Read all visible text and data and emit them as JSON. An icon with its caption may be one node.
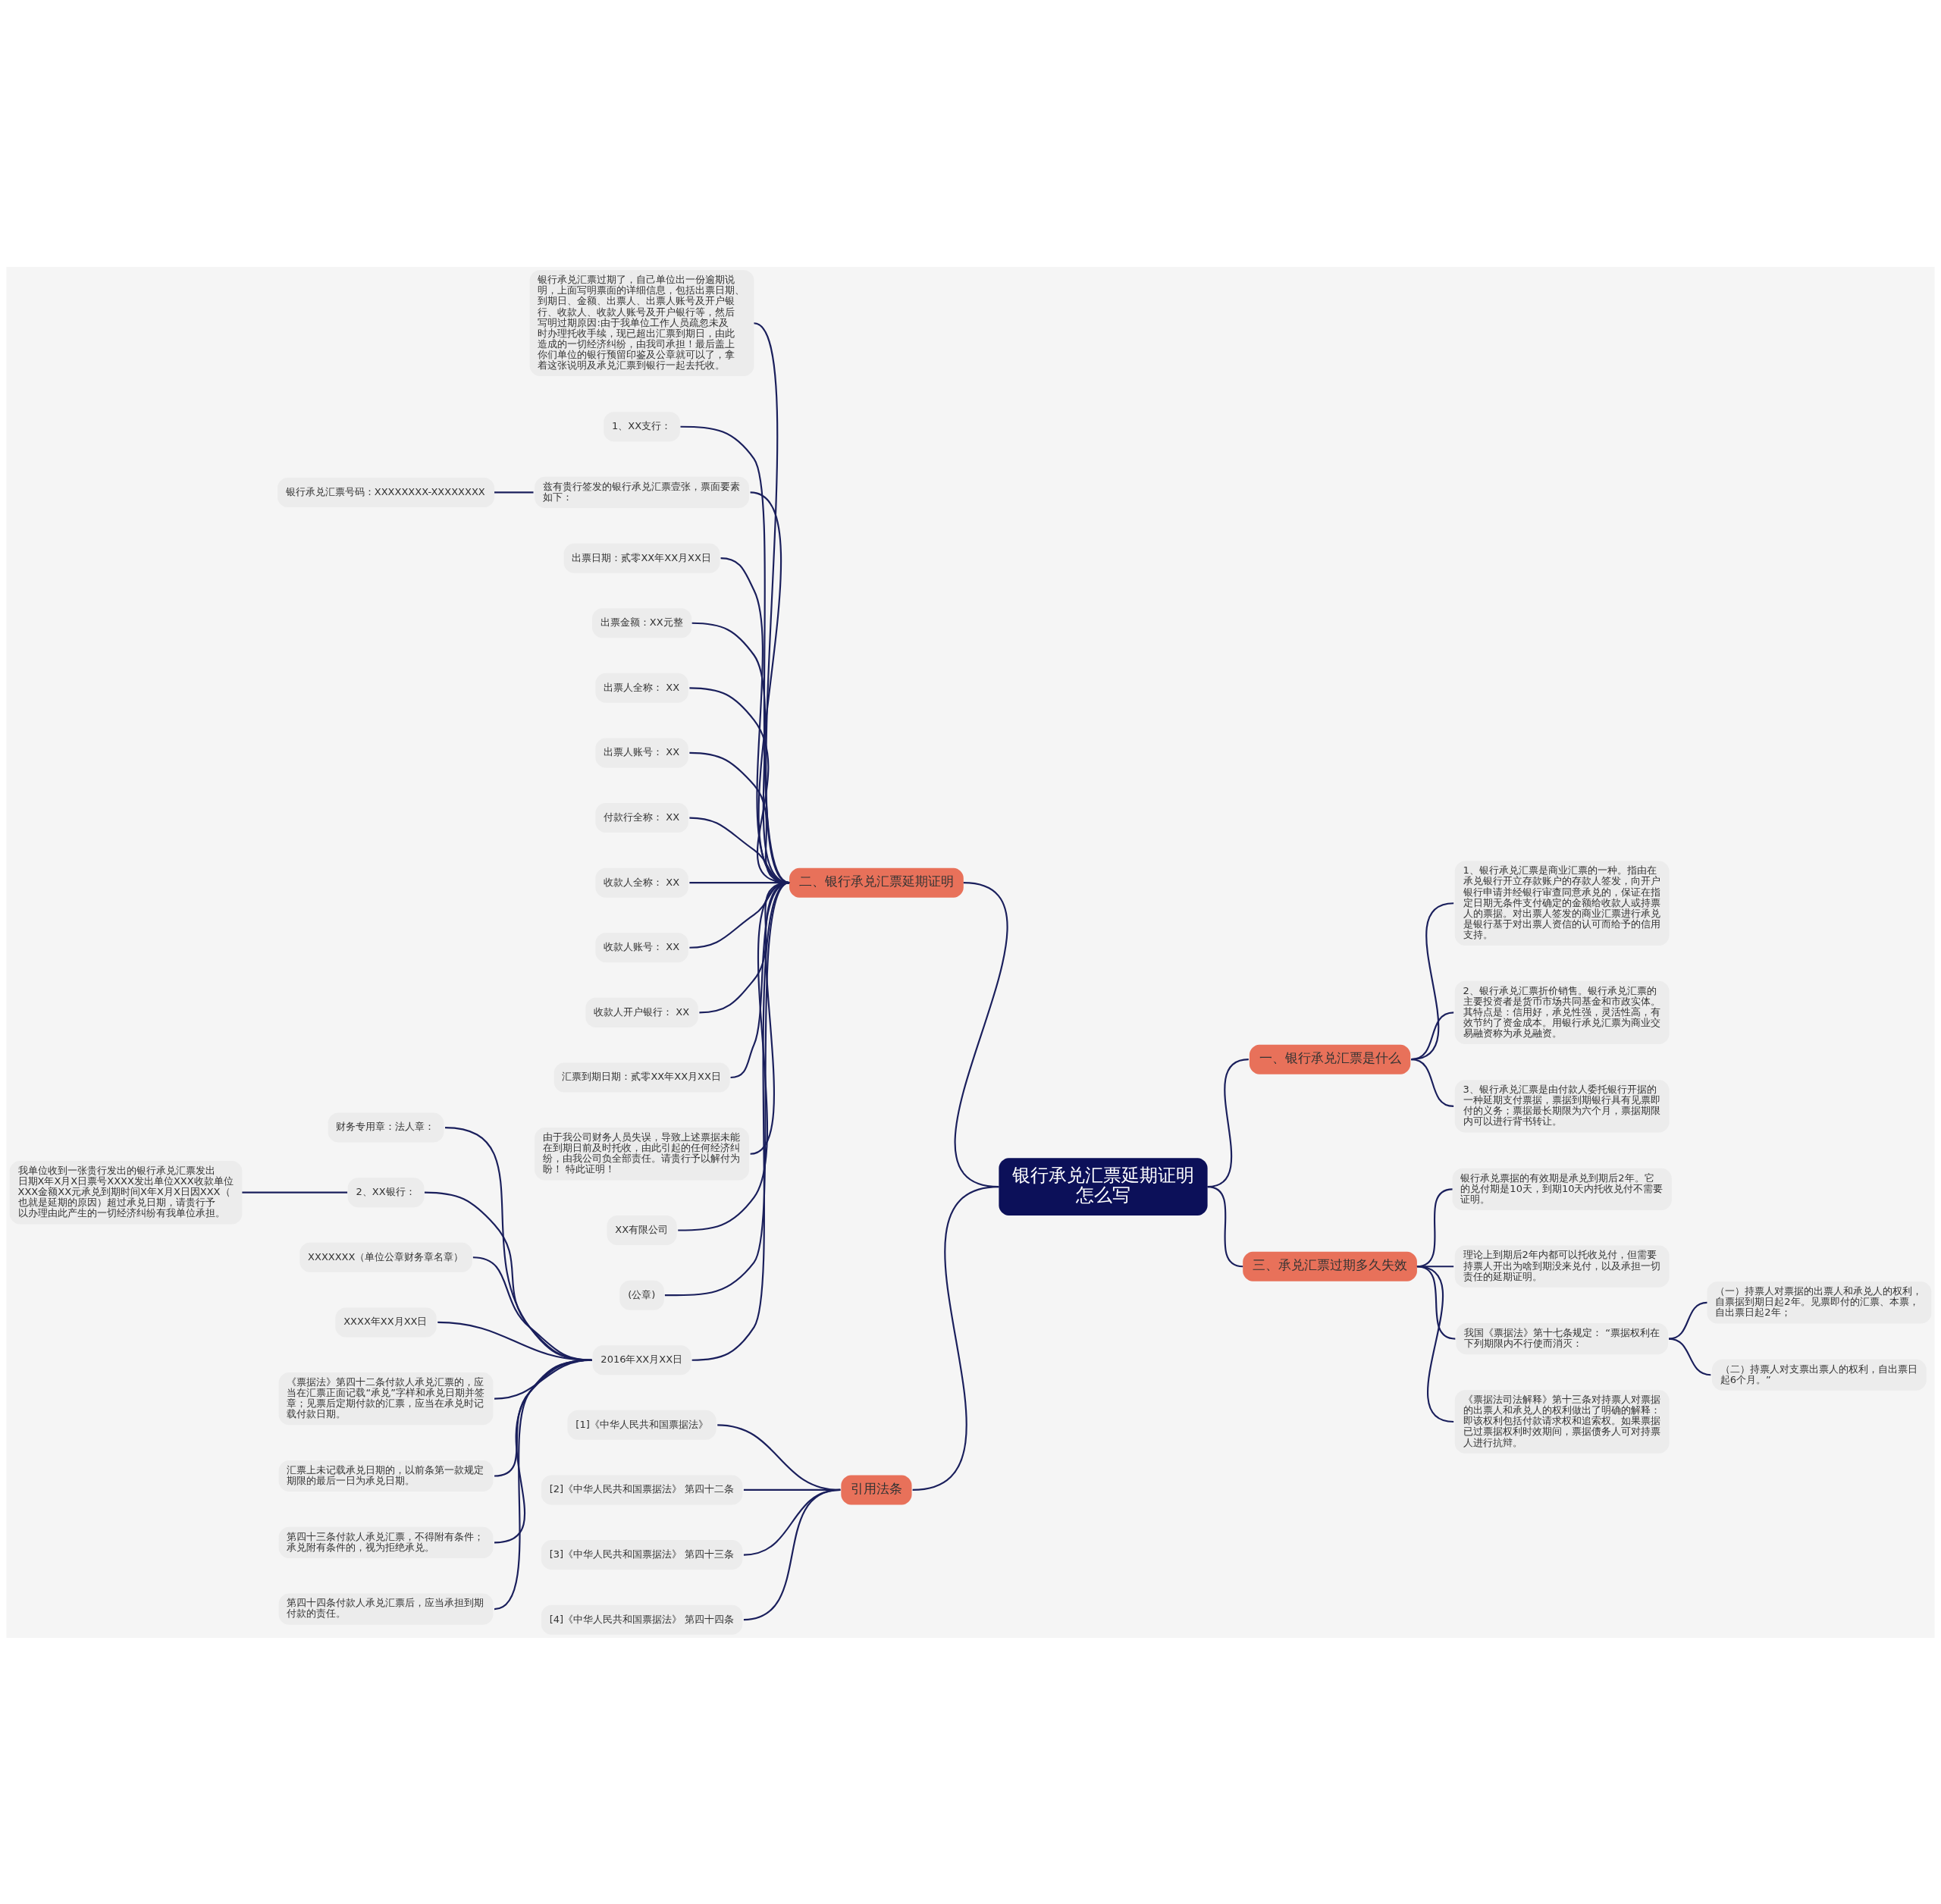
{
  "diagram": {
    "nodes": [
      {
        "text": [
          "银行承兑汇票延期证明怎么写"
        ]
      },
      {
        "text": [
          "一、银行承兑汇票是什么"
        ]
      },
      {
        "text": [
          "1、银行承兑汇票是商业汇票的一种。指由在承兑银行开立存款账户的存款人签发，向开户银行申请并经银行审查同意承兑的，保证在指定日期无条件支付确定的金额给收款人或持票人的票据。对出票人签发的商业汇票进行承兑是银行基于对出票人资信的认可而给予的信用支持。"
        ]
      },
      {
        "text": [
          "2、银行承兑汇票折价销售。银行承兑汇票的主要投资者是货币市场共同基金和市政实体。其特点是：信用好，承兑性强，灵活性高，有效节约了资金成本。用银行承兑汇票为商业交易融资称为承兑融资。"
        ]
      },
      {
        "text": [
          "3、银行承兑汇票是由付款人委托银行开据的一种延期支付票据，票据到期银行具有见票即付的义务；票据最长期限为六个月，票据期限内可以进行背书转让。"
        ]
      },
      {
        "text": [
          "二、银行承兑汇票延期证明"
        ]
      },
      {
        "text": [
          "银行承兑汇票过期了，自己单位出一份逾期说明，上面写明票面的详细信息，包括出票日期、到期日、金额、出票人、出票人账号及开户银行、收款人、收款人账号及开户银行等，然后写明过期原因:由于我单位工作人员疏忽未及时办理托收手续，现已超出汇票到期日，由此造成的一切经济纠纷，由我司承担！最后盖上你们单位的银行预留印鉴及公章就可以了，拿着这张说明及承兑汇票到银行一起去托收。"
        ]
      },
      {
        "text": [
          "1、XX支行："
        ]
      },
      {
        "text": [
          "兹有贵行签发的银行承兑汇票壹张，票面要素如下："
        ]
      },
      {
        "text": [
          "银行承兑汇票号码：XXXXXXXX-XXXXXXXX"
        ]
      },
      {
        "text": [
          "出票日期：贰零XX年XX月XX日"
        ]
      },
      {
        "text": [
          "出票金额：XX元整"
        ]
      },
      {
        "text": [
          "出票人全称： XX"
        ]
      },
      {
        "text": [
          "出票人账号： XX"
        ]
      },
      {
        "text": [
          "付款行全称： XX"
        ]
      },
      {
        "text": [
          "收款人全称： XX"
        ]
      },
      {
        "text": [
          "收款人账号： XX"
        ]
      },
      {
        "text": [
          "收款人开户银行： XX"
        ]
      },
      {
        "text": [
          "汇票到期日期：贰零XX年XX月XX日"
        ]
      },
      {
        "text": [
          "由于我公司财务人员失误，导致上述票据未能在到期日前及时托收，由此引起的任何经济纠纷，由我公司负全部责任。请贵行予以解付为盼！ 特此证明！"
        ]
      },
      {
        "text": [
          "XX有限公司"
        ]
      },
      {
        "text": [
          "(公章)"
        ]
      },
      {
        "text": [
          "2016年XX月XX日"
        ]
      },
      {
        "text": [
          "财务专用章：法人章："
        ]
      },
      {
        "text": [
          "2、XX银行："
        ]
      },
      {
        "text": [
          "我单位收到一张贵行发出的银行承兑汇票发出日期X年X月X日票号XXXX发出单位XXX收款单位XXX金额XX元承兑到期时间X年X月X日因XXX（也就是延期的原因）超过承兑日期，请贵行予以办理由此产生的一切经济纠纷有我单位承担。"
        ]
      },
      {
        "text": [
          "XXXXXXX（单位公章财务章名章）"
        ]
      },
      {
        "text": [
          "XXXX年XX月XX日"
        ]
      },
      {
        "text": [
          "《票据法》第四十二条付款人承兑汇票的，应当在汇票正面记载“承兑”字样和承兑日期并签章；见票后定期付款的汇票，应当在承兑时记载付款日期。"
        ]
      },
      {
        "text": [
          "汇票上未记载承兑日期的，以前条第一款规定期限的最后一日为承兑日期。"
        ]
      },
      {
        "text": [
          "第四十三条付款人承兑汇票，不得附有条件；承兑附有条件的，视为拒绝承兑。"
        ]
      },
      {
        "text": [
          "第四十四条付款人承兑汇票后，应当承担到期付款的责任。"
        ]
      },
      {
        "text": [
          "三、承兑汇票过期多久失效"
        ]
      },
      {
        "text": [
          "银行承兑票据的有效期是承兑到期后2年。它的兑付期是10天，到期10天内托收兑付不需要证明。"
        ]
      },
      {
        "text": [
          "理论上到期后2年内都可以托收兑付，但需要持票人开出为啥到期没来兑付，以及承担一切责任的延期证明。"
        ]
      },
      {
        "text": [
          "我国《票据法》第十七条规定： “票据权利在下列期限内不行使而消灭："
        ]
      },
      {
        "text": [
          "（一）持票人对票据的出票人和承兑人的权利，自票据到期日起2年。见票即付的汇票、本票，自出票日起2年；"
        ]
      },
      {
        "text": [
          "（二）持票人对支票出票人的权利，自出票日起6个月。”"
        ]
      },
      {
        "text": [
          "《票据法司法解释》第十三条对持票人对票据的出票人和承兑人的权利做出了明确的解释：即该权利包括付款请求权和追索权。如果票据已过票据权利时效期间，票据债务人可对持票人进行抗辩。"
        ]
      },
      {
        "text": [
          "引用法条"
        ]
      },
      {
        "text": [
          "[1]《中华人民共和国票据法》"
        ]
      },
      {
        "text": [
          "[2]《中华人民共和国票据法》 第四十二条"
        ]
      },
      {
        "text": [
          "[3]《中华人民共和国票据法》 第四十三条"
        ]
      },
      {
        "text": [
          "[4]《中华人民共和国票据法》 第四十四条"
        ]
      }
    ],
    "edges": [
      {
        "from": 0,
        "to": 1,
        "arrow": "none"
      },
      {
        "from": 1,
        "to": 2,
        "arrow": "none"
      },
      {
        "from": 1,
        "to": 3,
        "arrow": "none"
      },
      {
        "from": 1,
        "to": 4,
        "arrow": "none"
      },
      {
        "from": 0,
        "to": 5,
        "arrow": "none"
      },
      {
        "from": 5,
        "to": 6,
        "arrow": "none"
      },
      {
        "from": 5,
        "to": 7,
        "arrow": "none"
      },
      {
        "from": 5,
        "to": 8,
        "arrow": "none"
      },
      {
        "from": 8,
        "to": 9,
        "arrow": "none"
      },
      {
        "from": 5,
        "to": 10,
        "arrow": "none"
      },
      {
        "from": 5,
        "to": 11,
        "arrow": "none"
      },
      {
        "from": 5,
        "to": 12,
        "arrow": "none"
      },
      {
        "from": 5,
        "to": 13,
        "arrow": "none"
      },
      {
        "from": 5,
        "to": 14,
        "arrow": "none"
      },
      {
        "from": 5,
        "to": 15,
        "arrow": "none"
      },
      {
        "from": 5,
        "to": 16,
        "arrow": "none"
      },
      {
        "from": 5,
        "to": 17,
        "arrow": "none"
      },
      {
        "from": 5,
        "to": 18,
        "arrow": "none"
      },
      {
        "from": 5,
        "to": 19,
        "arrow": "none"
      },
      {
        "from": 5,
        "to": 20,
        "arrow": "none"
      },
      {
        "from": 5,
        "to": 21,
        "arrow": "none"
      },
      {
        "from": 5,
        "to": 22,
        "arrow": "none"
      },
      {
        "from": 22,
        "to": 23,
        "arrow": "none"
      },
      {
        "from": 22,
        "to": 24,
        "arrow": "none"
      },
      {
        "from": 24,
        "to": 25,
        "arrow": "none"
      },
      {
        "from": 22,
        "to": 26,
        "arrow": "none"
      },
      {
        "from": 22,
        "to": 27,
        "arrow": "none"
      },
      {
        "from": 22,
        "to": 28,
        "arrow": "none"
      },
      {
        "from": 22,
        "to": 29,
        "arrow": "none"
      },
      {
        "from": 22,
        "to": 30,
        "arrow": "none"
      },
      {
        "from": 22,
        "to": 31,
        "arrow": "none"
      },
      {
        "from": 0,
        "to": 32,
        "arrow": "none"
      },
      {
        "from": 32,
        "to": 33,
        "arrow": "none"
      },
      {
        "from": 32,
        "to": 34,
        "arrow": "none"
      },
      {
        "from": 32,
        "to": 35,
        "arrow": "none"
      },
      {
        "from": 35,
        "to": 36,
        "arrow": "none"
      },
      {
        "from": 35,
        "to": 37,
        "arrow": "none"
      },
      {
        "from": 32,
        "to": 38,
        "arrow": "none"
      },
      {
        "from": 0,
        "to": 39,
        "arrow": "none"
      },
      {
        "from": 39,
        "to": 40,
        "arrow": "none"
      },
      {
        "from": 39,
        "to": 41,
        "arrow": "none"
      },
      {
        "from": 39,
        "to": 42,
        "arrow": "none"
      },
      {
        "from": 39,
        "to": 43,
        "arrow": "none"
      }
    ]
  }
}
